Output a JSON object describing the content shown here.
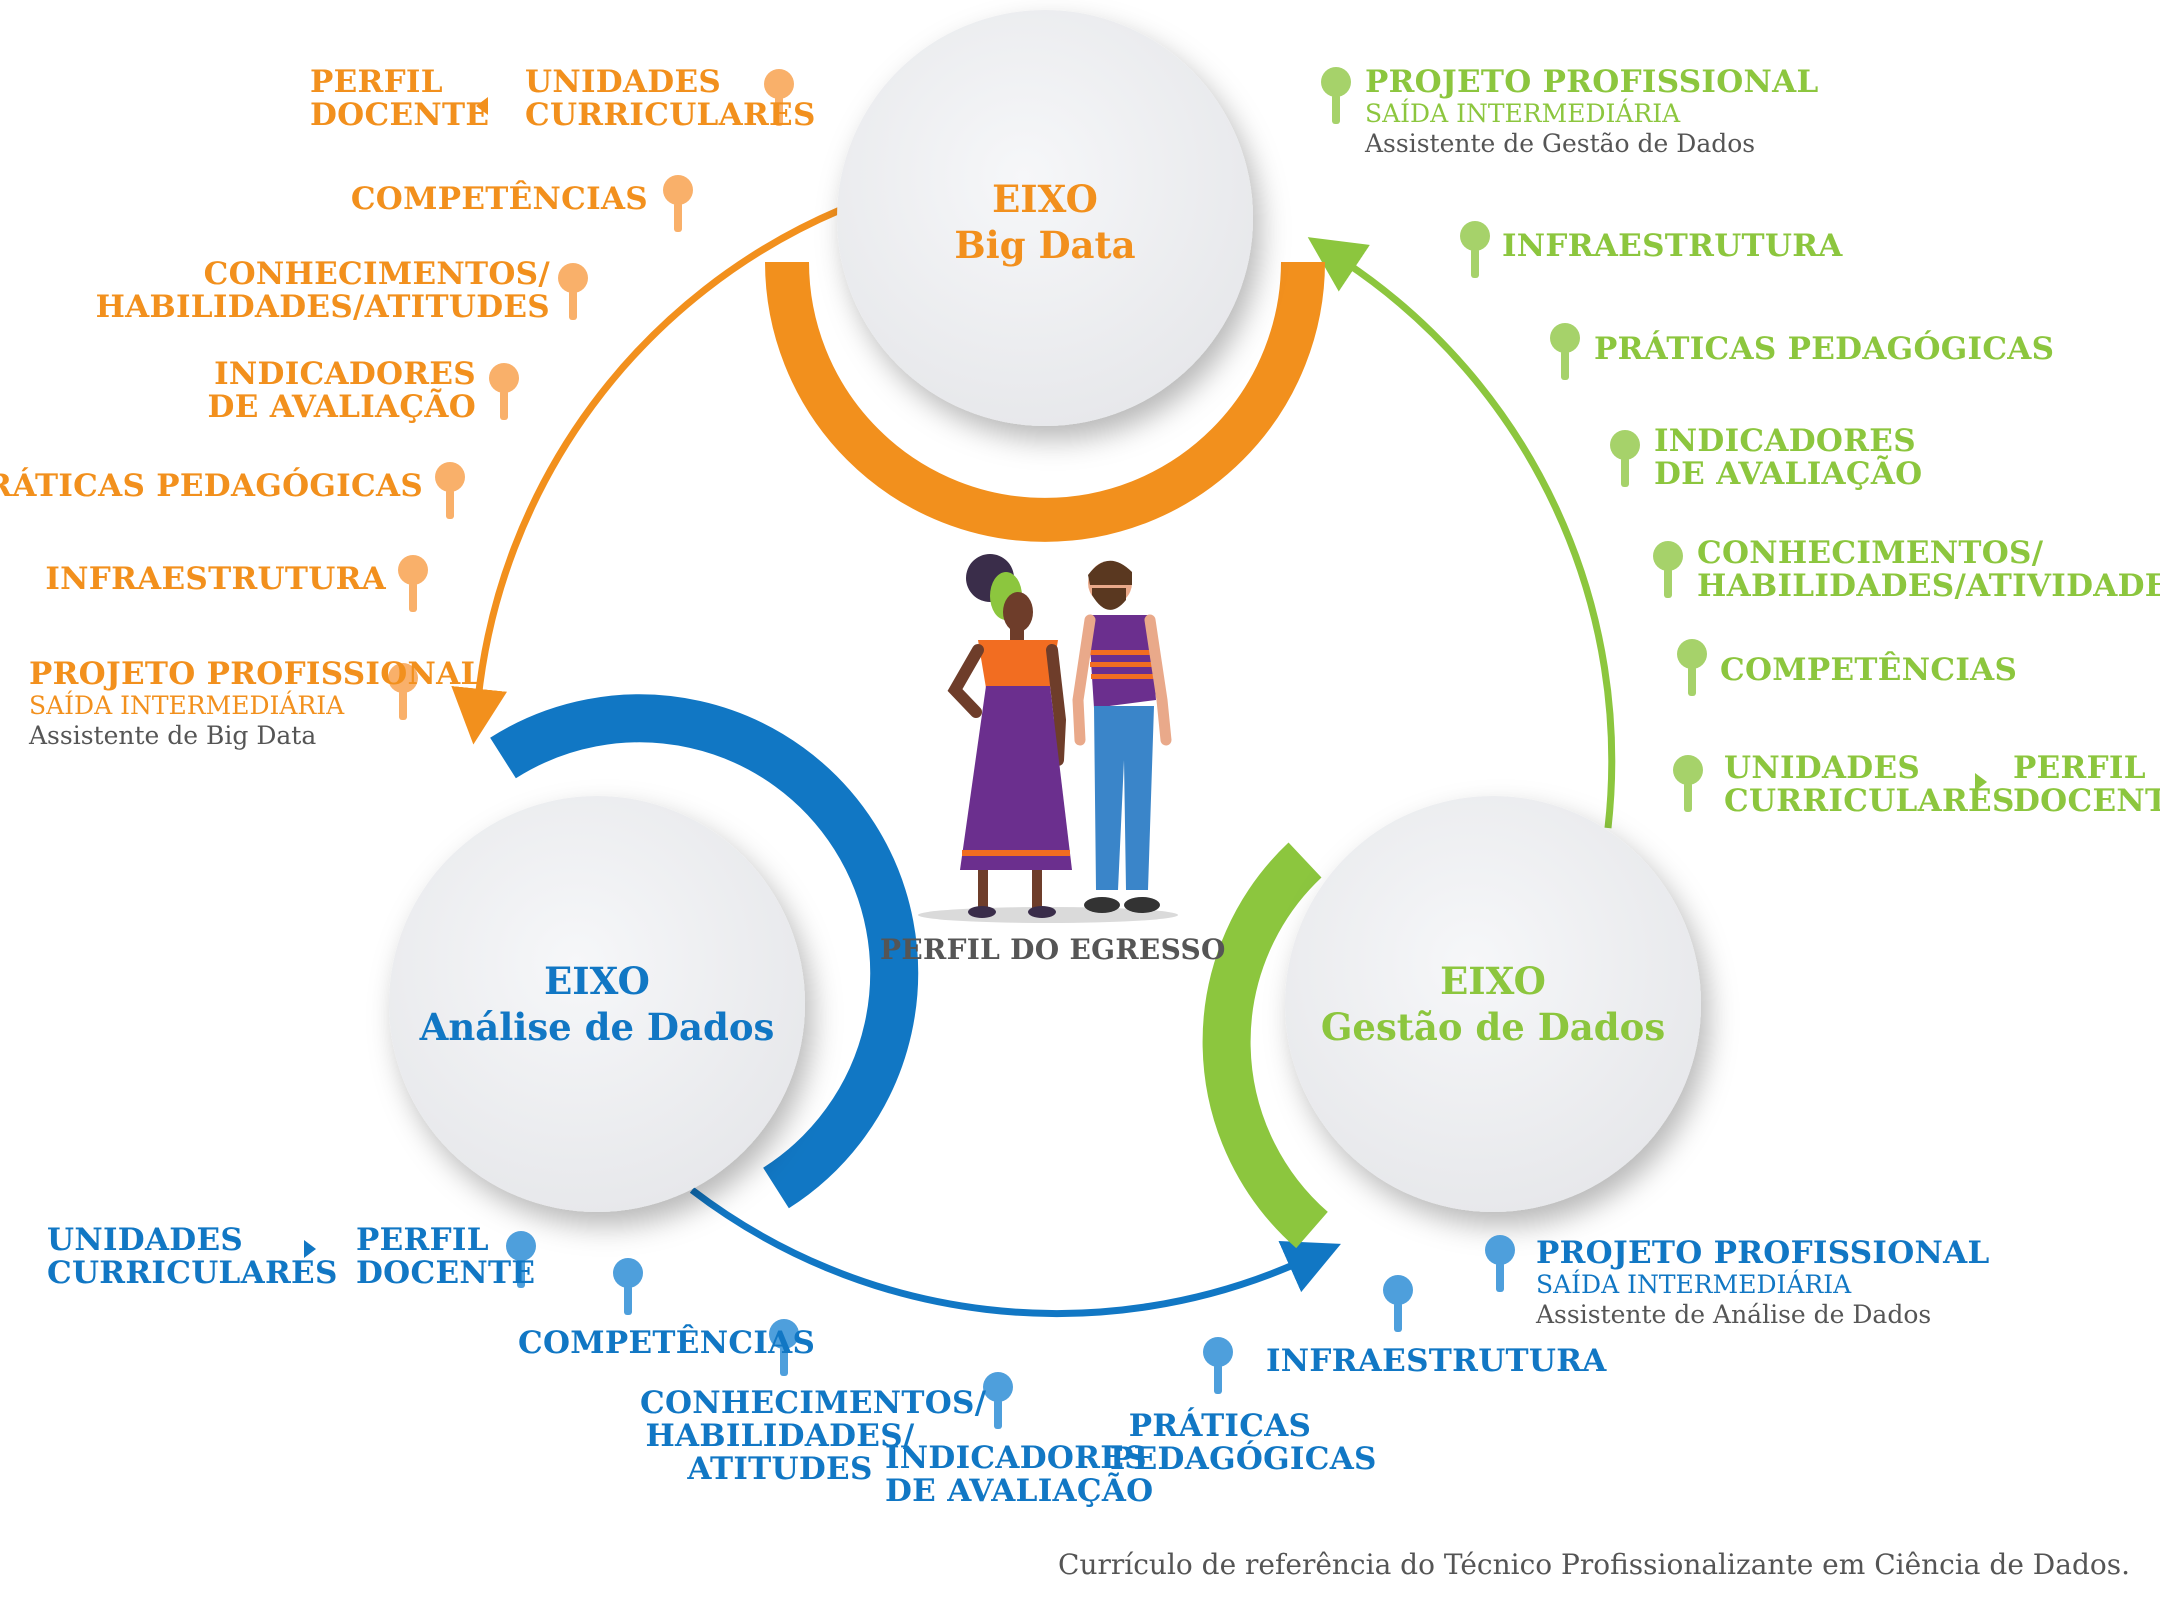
{
  "colors": {
    "orange": "#f2901d",
    "green": "#8cc63e",
    "blue": "#1177c4",
    "gray_text": "#555555",
    "circle_fill": "#eeeff2"
  },
  "axes": {
    "big_data": {
      "line1": "EIXO",
      "line2": "Big Data"
    },
    "analise": {
      "line1": "EIXO",
      "line2": "Análise de Dados"
    },
    "gestao": {
      "line1": "EIXO",
      "line2": "Gestão de Dados"
    }
  },
  "center_label": "PERFIL DO EGRESSO",
  "orange_group": {
    "unidades": [
      "UNIDADES",
      "CURRICULARES"
    ],
    "perfil": [
      "PERFIL",
      "DOCENTE"
    ],
    "competencias": "COMPETÊNCIAS",
    "conhecimentos": [
      "CONHECIMENTOS/",
      "HABILIDADES/ATITUDES"
    ],
    "indicadores": [
      "INDICADORES",
      "DE AVALIAÇÃO"
    ],
    "praticas": "PRÁTICAS PEDAGÓGICAS",
    "infraestrutura": "INFRAESTRUTURA",
    "projeto": "PROJETO PROFISSIONAL",
    "saida": "SAÍDA INTERMEDIÁRIA",
    "assistente": "Assistente de Big Data"
  },
  "green_group": {
    "projeto": "PROJETO PROFISSIONAL",
    "saida": "SAÍDA INTERMEDIÁRIA",
    "assistente": "Assistente de Gestão de Dados",
    "infraestrutura": "INFRAESTRUTURA",
    "praticas": "PRÁTICAS PEDAGÓGICAS",
    "indicadores": [
      "INDICADORES",
      "DE AVALIAÇÃO"
    ],
    "conhecimentos": [
      "CONHECIMENTOS/",
      "HABILIDADES/ATIVIDADES"
    ],
    "competencias": "COMPETÊNCIAS",
    "unidades": [
      "UNIDADES",
      "CURRICULARES"
    ],
    "perfil": [
      "PERFIL",
      "DOCENTE"
    ]
  },
  "blue_group": {
    "unidades": [
      "UNIDADES",
      "CURRICULARES"
    ],
    "perfil": [
      "PERFIL",
      "DOCENTE"
    ],
    "competencias": "COMPETÊNCIAS",
    "conhecimentos": [
      "CONHECIMENTOS/",
      "HABILIDADES/",
      "ATITUDES"
    ],
    "indicadores": [
      "INDICADORES",
      "DE AVALIAÇÃO"
    ],
    "praticas": [
      "PRÁTICAS",
      "PEDAGÓGICAS"
    ],
    "infraestrutura": "INFRAESTRUTURA",
    "projeto": "PROJETO PROFISSIONAL",
    "saida": "SAÍDA INTERMEDIÁRIA",
    "assistente": "Assistente de Análise de Dados"
  },
  "caption": "Currículo de referência do Técnico Profissionalizante em Ciência de Dados."
}
